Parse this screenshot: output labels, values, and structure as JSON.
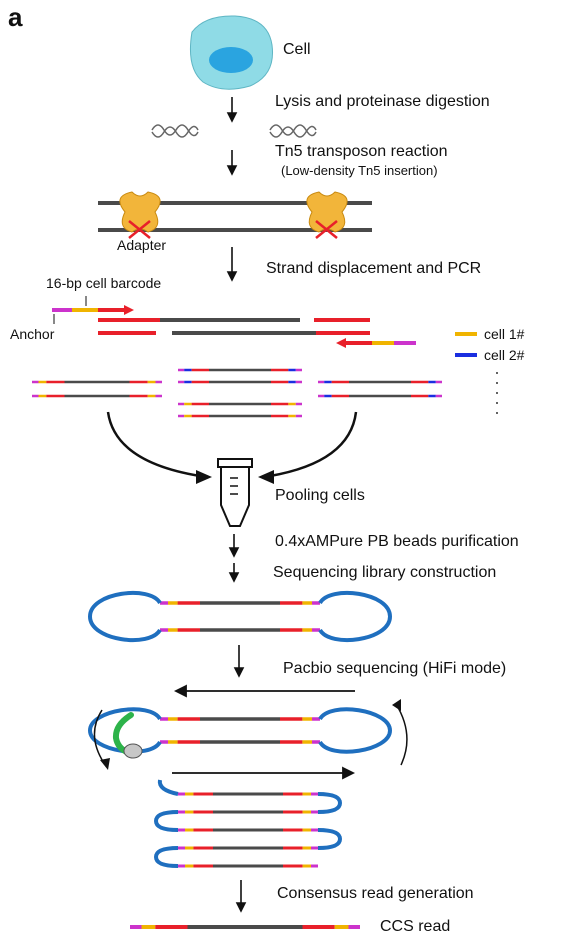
{
  "panel_label": "a",
  "labels": {
    "cell": "Cell",
    "lysis": "Lysis and proteinase digestion",
    "tn5": "Tn5 transposon reaction",
    "tn5_sub": "(Low-density Tn5 insertion)",
    "adapter": "Adapter",
    "strand": "Strand displacement and PCR",
    "barcode": "16-bp cell barcode",
    "anchor": "Anchor",
    "cell1": "cell 1#",
    "cell2": "cell 2#",
    "pooling": "Pooling cells",
    "ampure": "0.4xAMPure PB beads purification",
    "library": "Sequencing library construction",
    "pacbio": "Pacbio sequencing (HiFi mode)",
    "consensus": "Consensus read generation",
    "ccs": "CCS read"
  },
  "colors": {
    "dna": "#4a4a4a",
    "barcode_cell1": "#f0b400",
    "barcode_cell2": "#1a2ee0",
    "anchor": "#cc33cc",
    "adapter_red": "#e8202a",
    "hairpin_blue": "#1f6fbf",
    "cell_outer": "#8fdbe6",
    "cell_nucleus": "#2aa4e0",
    "tn5_gold": "#f2b53a",
    "polymerase_green": "#2db34a"
  }
}
